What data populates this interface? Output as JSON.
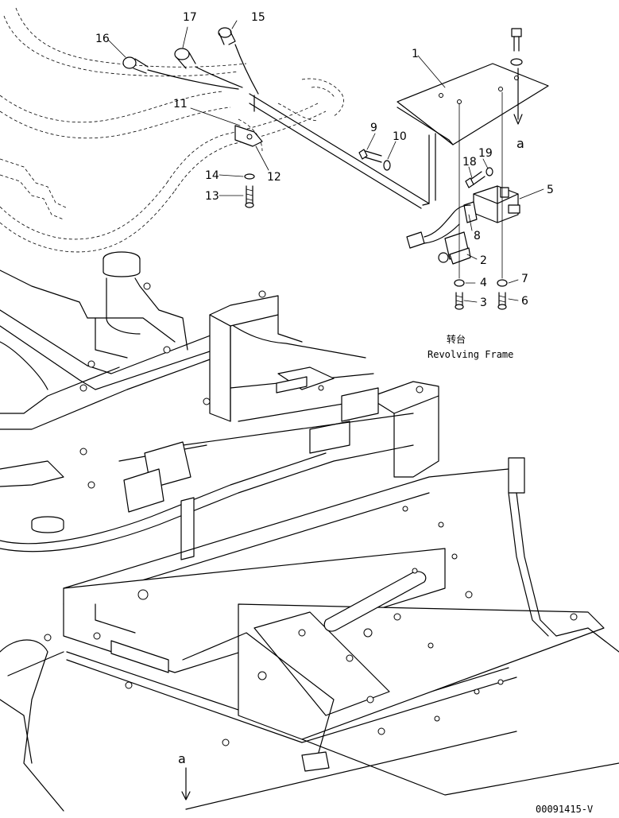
{
  "callouts": {
    "c1": "1",
    "c2": "2",
    "c3": "3",
    "c4": "4",
    "c5": "5",
    "c6": "6",
    "c7": "7",
    "c8": "8",
    "c9": "9",
    "c10": "10",
    "c11": "11",
    "c12": "12",
    "c13": "13",
    "c14": "14",
    "c15": "15",
    "c16": "16",
    "c17": "17",
    "c18": "18",
    "c19": "19"
  },
  "labels": {
    "frame_cn": "转台",
    "frame_en": "Revolving Frame",
    "view_top": "a",
    "view_bottom": "a",
    "drawing_code": "00091415-V"
  }
}
